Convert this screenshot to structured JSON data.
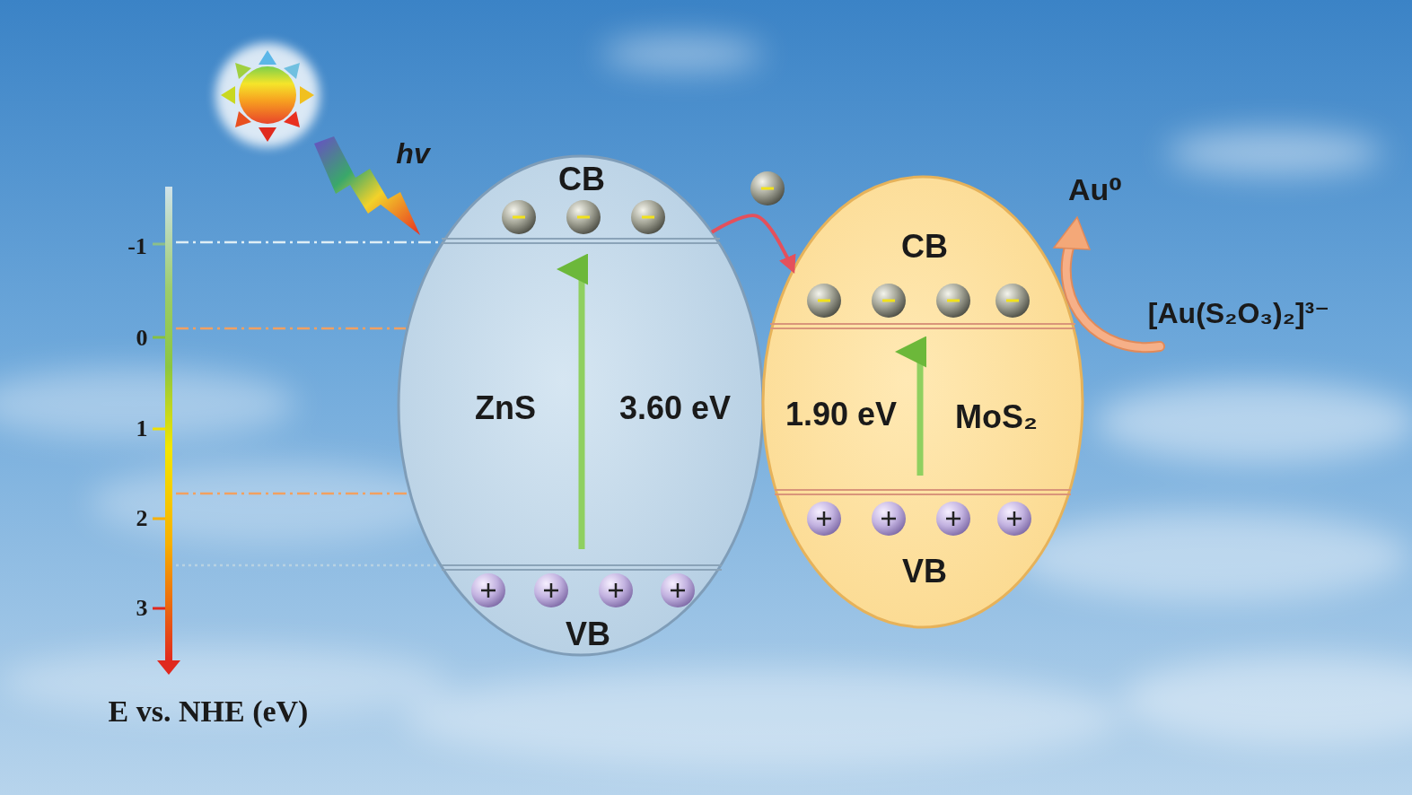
{
  "diagram": {
    "nodes": [
      {
        "text": [
          "CB",
          "ZnS",
          "3.60 eV",
          "VB"
        ]
      },
      {
        "text": [
          "CB",
          "1.90 eV",
          "MoS₂",
          "VB"
        ]
      }
    ],
    "edges": [
      {
        "from": 0,
        "to": 1,
        "arrow": "to"
      }
    ],
    "labels": [
      "hv",
      "-1",
      "0",
      "1",
      "2",
      "3",
      "E vs. NHE (eV)",
      "Au⁰",
      "[Au(S₂O₃)₂]³⁻"
    ]
  }
}
